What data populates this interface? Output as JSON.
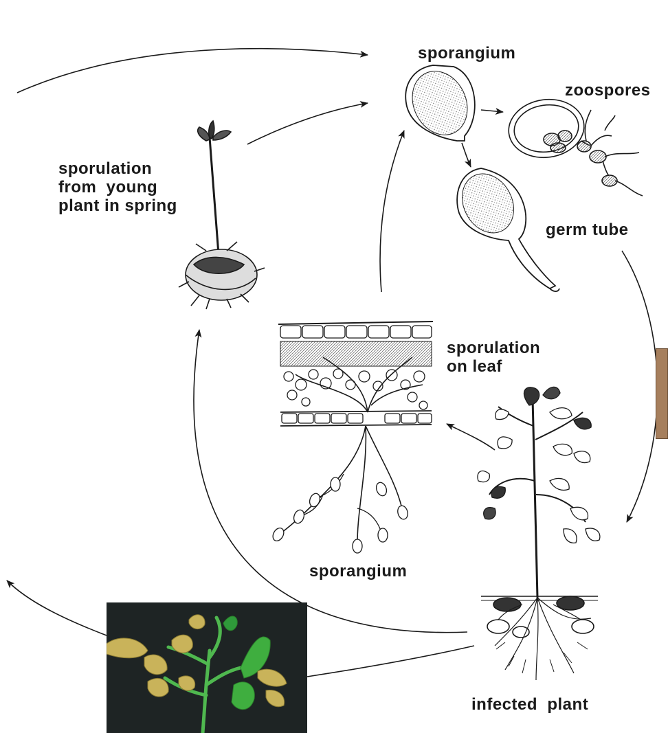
{
  "diagram": {
    "labels": {
      "sporangium_top": "sporangium",
      "zoospores": "zoospores",
      "germ_tube": "germ tube",
      "sporulation_young_plant": [
        "sporulation",
        "from  young",
        "plant in spring"
      ],
      "sporulation_leaf": [
        "sporulation",
        "on leaf"
      ],
      "sporangium_bottom": "sporangium",
      "infected_plant": "infected  plant"
    }
  },
  "colors": {
    "ink": "#1a1a1a",
    "photo_background": "#1e2424",
    "photo_leaf_green": "#3fae3f",
    "photo_leaf_dead": "#c9b35a",
    "side_card": "#a67f5d"
  }
}
